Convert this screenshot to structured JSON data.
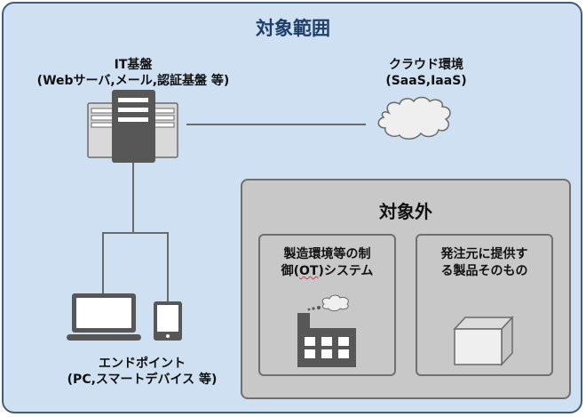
{
  "scope": {
    "title": "対象範囲",
    "it_infra": {
      "line1": "IT基盤",
      "line2": "(Webサーバ,メール,認証基盤 等)"
    },
    "cloud": {
      "line1": "クラウド環境",
      "line2": "(SaaS,IaaS)"
    },
    "endpoint": {
      "line1": "エンドポイント",
      "line2": "(PC,スマートデバイス 等)"
    }
  },
  "out_of_scope": {
    "title": "対象外",
    "ot": {
      "line1": "製造環境等の制",
      "line2_pre": "御(",
      "line2_ot": "OT",
      "line2_post": ")システム"
    },
    "product": {
      "line1": "発注元に提供す",
      "line2": "る製品そのもの"
    }
  },
  "colors": {
    "scope_bg": "#cfe0f2",
    "scope_border": "#3f5d80",
    "title": "#1f3f6a",
    "out_bg": "#c8c8c8",
    "icon_dark": "#575757"
  }
}
